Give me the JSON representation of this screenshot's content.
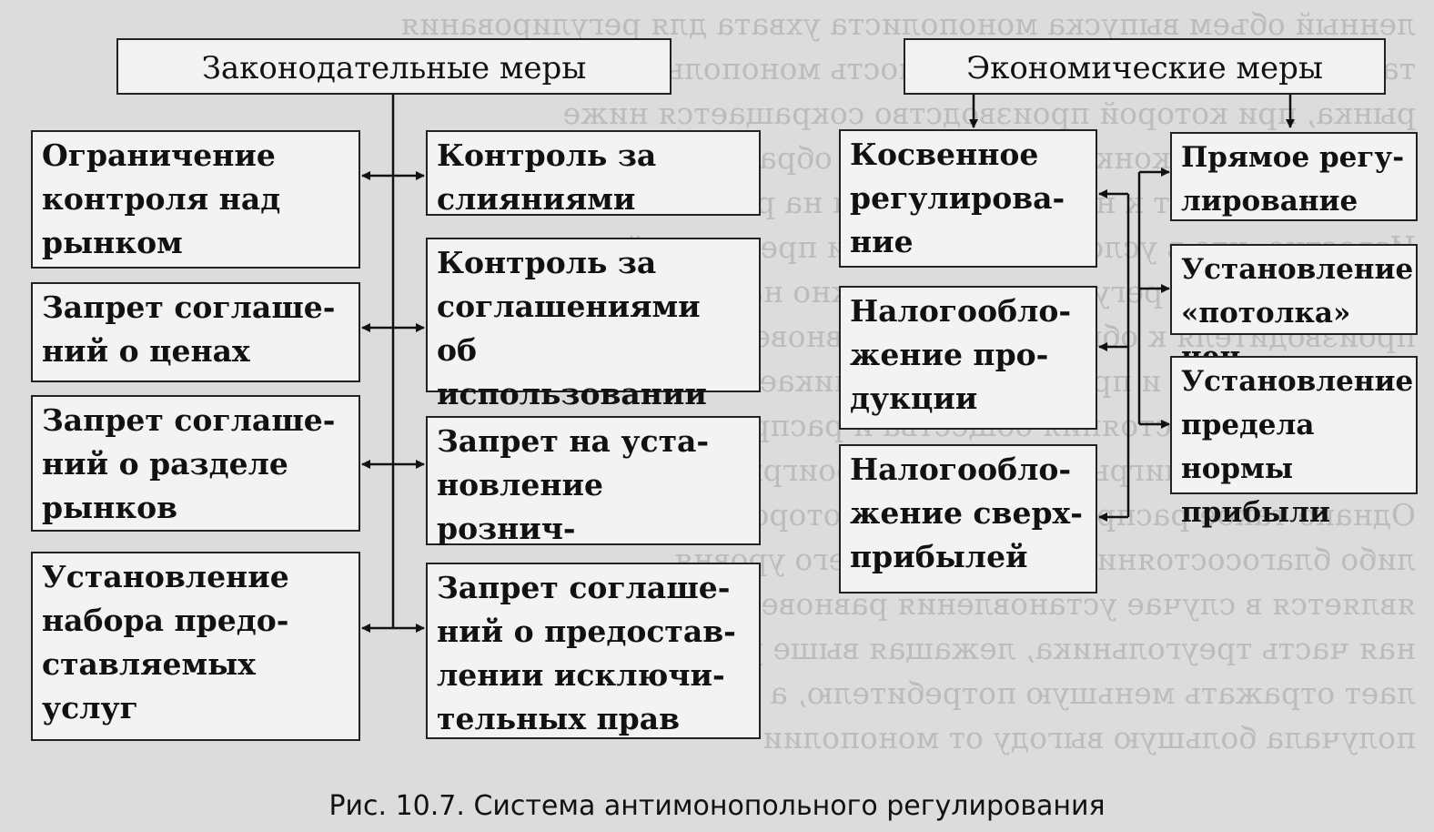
{
  "legislative": {
    "header": "Законодательные меры",
    "left_boxes": [
      "Ограничение\nконтроля над\nрынком",
      "Запрет соглаше-\nний о ценах",
      "Запрет соглаше-\nний о разделе\nрынков",
      "Установление\nнабора предо-\nставляемых\nуслуг"
    ],
    "right_boxes": [
      "Контроль за\nслияниями",
      "Контроль за\nсоглашениями об\nиспользовании\nпродукции",
      "Запрет на уста-\nновление рознич-\nных цен",
      "Запрет соглаше-\nний о предостав-\nлении исключи-\nтельных прав"
    ]
  },
  "economic": {
    "header": "Экономические меры",
    "indirect_boxes": [
      "Косвенное\nрегулирова-\nние",
      "Налогообло-\nжение про-\nдукции",
      "Налогообло-\nжение сверх-\nприбылей"
    ],
    "direct_boxes": [
      "Прямое регу-\nлирование",
      "Установление\n«потолка» цен",
      "Установление\nпредела нормы\nприбыли"
    ]
  },
  "caption": "Рис. 10.7. Система антимонопольного регулирования",
  "colors": {
    "paper": "#f3f3f3",
    "background": "#dcdcdc",
    "ink": "#111111"
  }
}
